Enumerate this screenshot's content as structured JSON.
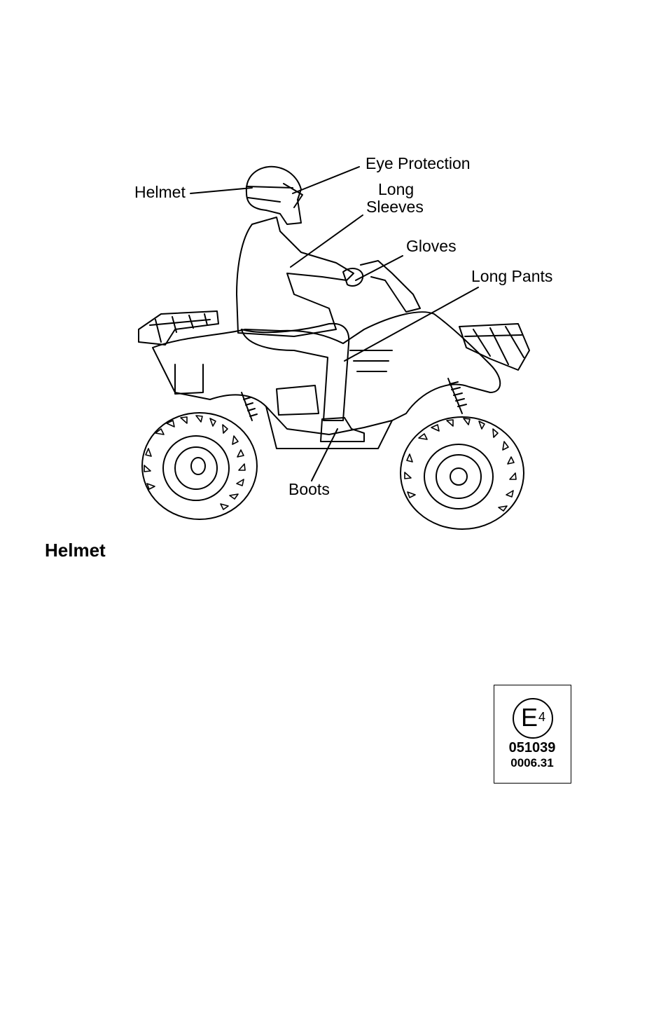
{
  "figure": {
    "labels": {
      "eye_protection": "Eye Protection",
      "helmet": "Helmet",
      "long_sleeves_line1": "Long",
      "long_sleeves_line2": "Sleeves",
      "gloves": "Gloves",
      "long_pants": "Long Pants",
      "boots": "Boots"
    }
  },
  "section": {
    "heading": "Helmet"
  },
  "approval_mark": {
    "letter": "E",
    "country_number": "4",
    "approval_number": "051039",
    "serial_number": "0006.31"
  }
}
